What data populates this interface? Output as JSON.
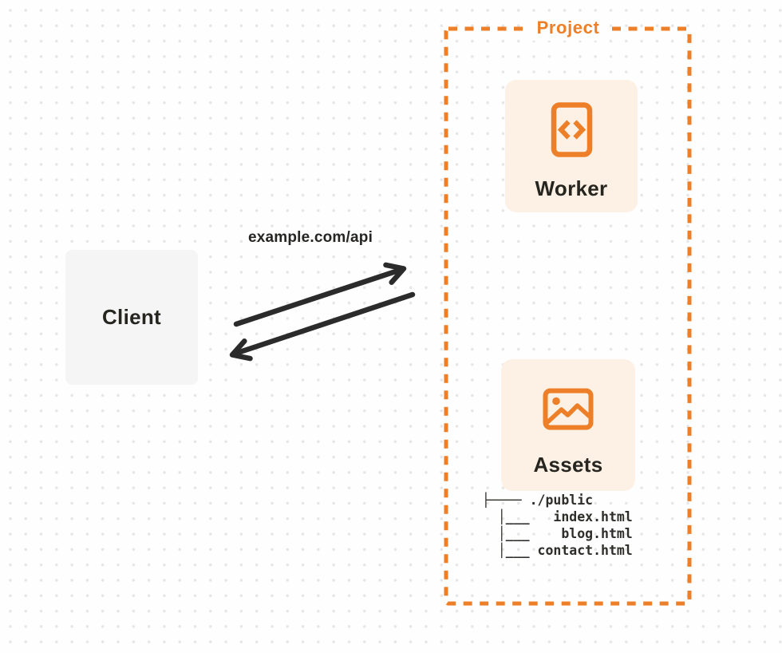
{
  "project": {
    "label": "Project",
    "worker": {
      "label": "Worker",
      "icon": "code-icon"
    },
    "assets": {
      "label": "Assets",
      "icon": "image-icon",
      "file_tree": "├──── ./public\n  │___   index.html\n  │___    blog.html\n  │___ contact.html",
      "files": [
        "./public",
        "index.html",
        "blog.html",
        "contact.html"
      ]
    }
  },
  "client": {
    "label": "Client"
  },
  "connection": {
    "request_label": "example.com/api",
    "request_direction": "client-to-project",
    "response_direction": "project-to-client"
  },
  "colors": {
    "accent_orange": "#EC7F28",
    "card_cream": "#FCF1E4",
    "client_gray": "#F5F5F6",
    "ink": "#26251F",
    "arrow": "#2B2B2B",
    "dot_grid": "#E6E6E6"
  }
}
